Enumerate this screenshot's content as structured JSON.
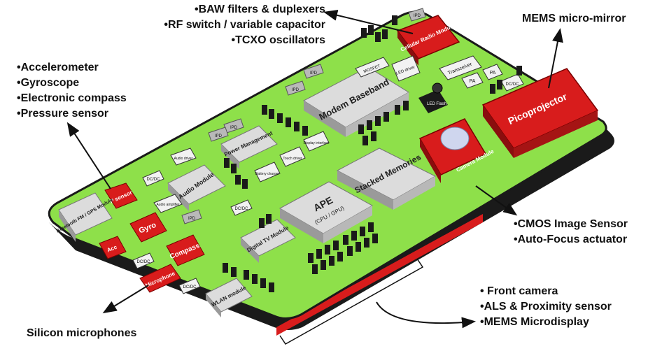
{
  "callouts": {
    "rf": [
      "•BAW filters & duplexers",
      "•RF switch / variable capacitor",
      "•TCXO oscillators"
    ],
    "mems_mirror": "MEMS micro-mirror",
    "sensors": [
      "•Accelerometer",
      "•Gyroscope",
      "•Electronic compass",
      "•Pressure sensor"
    ],
    "cmos": [
      "•CMOS Image Sensor",
      "•Auto-Focus actuator"
    ],
    "front": [
      "• Front camera",
      "•ALS & Proximity sensor",
      "•MEMS Microdisplay"
    ],
    "microphones": "Silicon microphones"
  },
  "components": {
    "cellular_radio": "Cellular Radio Module",
    "picoprojector": "Picoprojector",
    "camera_module": "Camera Module",
    "led_flash": "LED Flash",
    "modem_baseband": "Modem Baseband",
    "stacked_memories": "Stacked Memories",
    "ape": "APE",
    "ape_sub": "(CPU / GPU)",
    "power_management": "Power Management",
    "audio_module": "Audio Module",
    "digital_tv": "Digital TV Module",
    "bt_fm_gps": "Bluetooth FM / GPS Module",
    "wlan": "WLAN module",
    "p_sensor": "P sensor",
    "gyro": "Gyro",
    "compass": "Compass",
    "acc": "Acc",
    "microphone": "Microphone",
    "transceiver": "Transceiver",
    "pa": "PA",
    "dcdc": "DC/DC",
    "mosfet": "MOSFET",
    "led_driver": "LED driver",
    "ipd": "IPD",
    "audio_driver": "Audio driver",
    "audio_amplifier": "Audio amplifier",
    "display_interface": "Display interface",
    "touch_driver": "Touch driver",
    "battery_charger": "Battery charger"
  },
  "colors": {
    "board": "#8ee04a",
    "red": "#d81c1c",
    "grey": "#d7d7d7"
  }
}
